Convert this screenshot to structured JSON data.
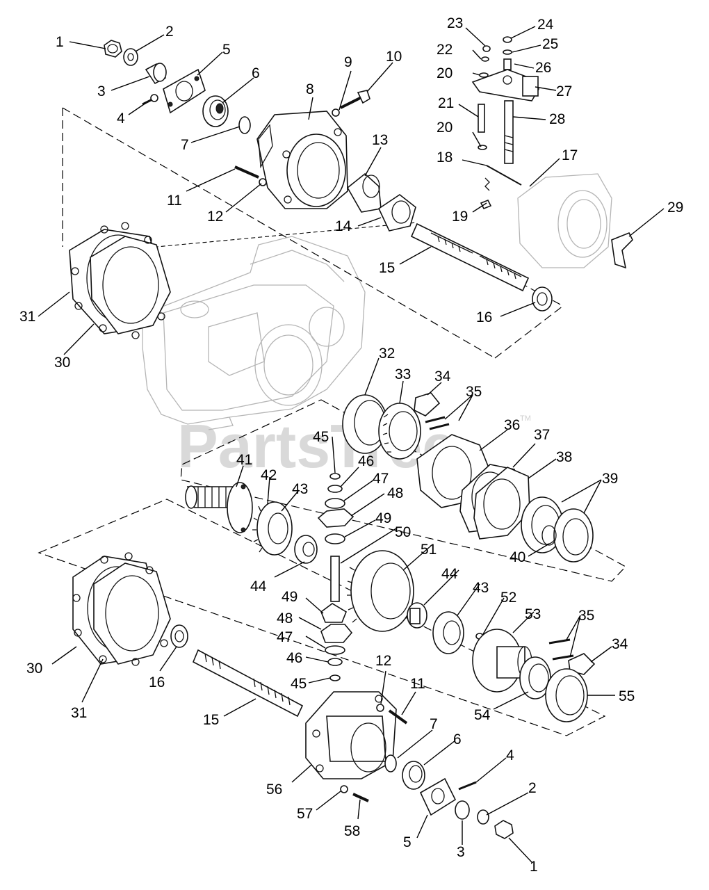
{
  "watermark": {
    "text": "PartsTree",
    "trademark": "TM",
    "color": "#d9d9d9"
  },
  "callouts": [
    "1",
    "2",
    "3",
    "4",
    "5",
    "6",
    "7",
    "8",
    "9",
    "10",
    "11",
    "12",
    "13",
    "14",
    "15",
    "16",
    "17",
    "18",
    "19",
    "20",
    "21",
    "22",
    "23",
    "24",
    "25",
    "26",
    "27",
    "28",
    "29",
    "30",
    "31",
    "32",
    "33",
    "34",
    "35",
    "36",
    "37",
    "38",
    "39",
    "40",
    "41",
    "42",
    "43",
    "44",
    "45",
    "46",
    "47",
    "48",
    "49",
    "50",
    "51",
    "52",
    "53",
    "54",
    "55",
    "56",
    "57",
    "58"
  ]
}
